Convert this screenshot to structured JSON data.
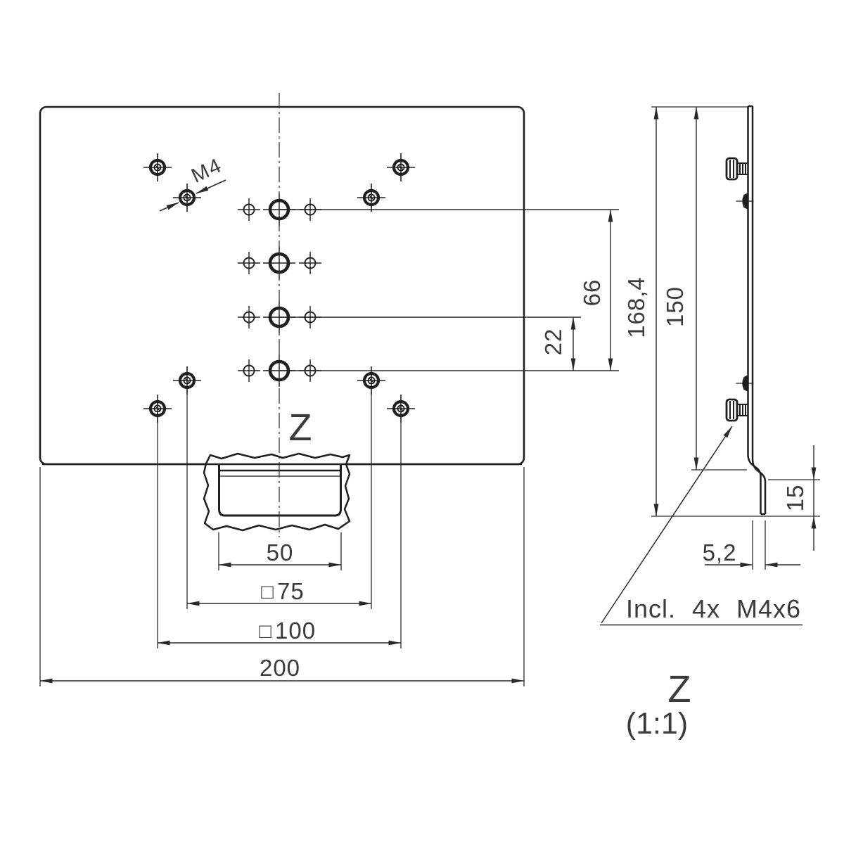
{
  "colors": {
    "line": "#1f1f1f",
    "dim_line": "#2a2a2a",
    "text": "#3b3b3b",
    "background": "#ffffff"
  },
  "front_view": {
    "thread_callout": "M4",
    "detail_marker": "Z",
    "dim_slot_width": "50",
    "dim_vesa75": {
      "symbol": "□",
      "value": "75"
    },
    "dim_vesa100": {
      "symbol": "□",
      "value": "100"
    },
    "dim_plate_width": "200",
    "dim_hole_offset": "22",
    "dim_hole_span": "66"
  },
  "side_view": {
    "dim_overall_height": "168,4",
    "dim_plate_height": "150",
    "dim_foot_height": "15",
    "dim_foot_offset": "5,2",
    "note_included_screws": "Incl. 4x M4x6"
  },
  "detail_view": {
    "label": "Z",
    "scale": "(1:1)"
  }
}
